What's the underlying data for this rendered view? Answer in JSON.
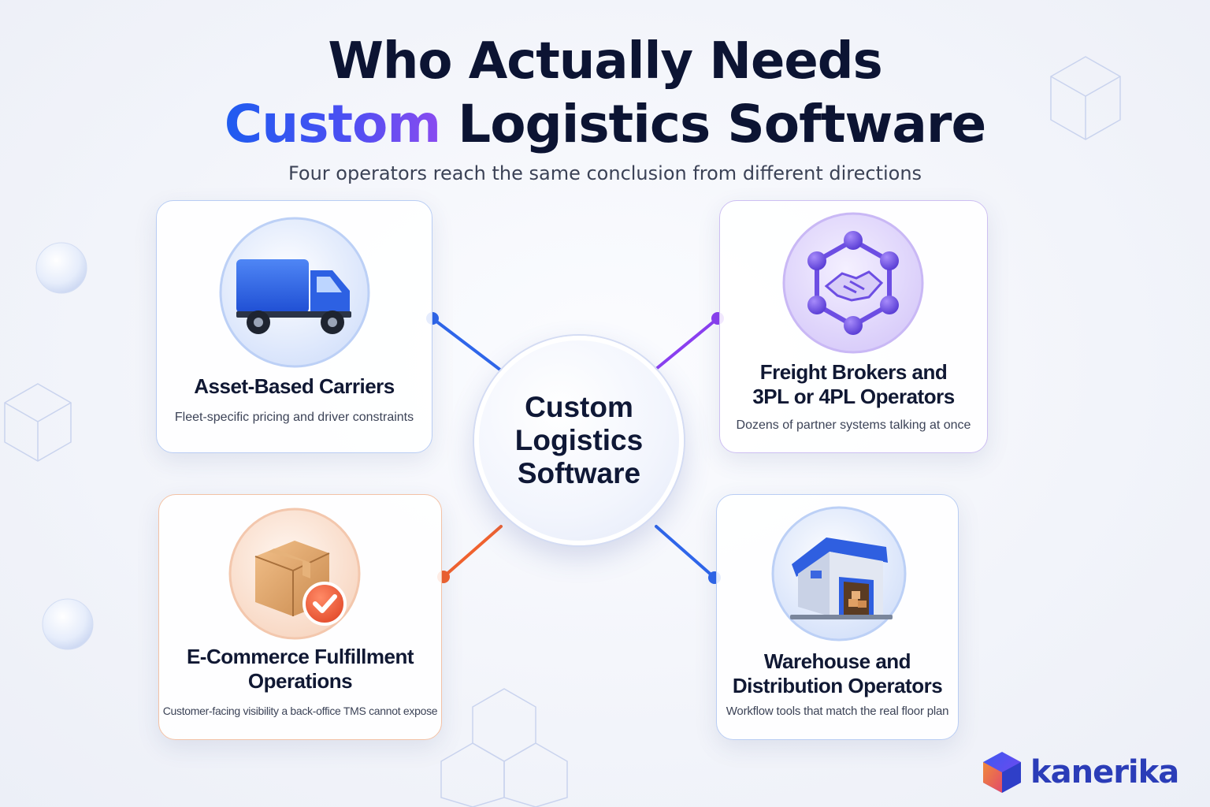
{
  "title": {
    "line1": "Who Actually Needs",
    "accent": "Custom",
    "line2_rest": " Logistics Software"
  },
  "subtitle": "Four operators reach the same conclusion from different directions",
  "hub": {
    "label": "Custom\nLogistics\nSoftware"
  },
  "cards": [
    {
      "title": "Asset-Based Carriers",
      "description": "Fleet-specific pricing and driver constraints",
      "icon": "truck-icon",
      "accent_color": "#2f66ea"
    },
    {
      "title": "Freight Brokers and\n3PL or 4PL Operators",
      "description": "Dozens of partner systems talking at once",
      "icon": "handshake-network-icon",
      "accent_color": "#8a3ff0"
    },
    {
      "title": "E-Commerce Fulfillment\nOperations",
      "description": "Customer-facing visibility a back-office TMS cannot expose",
      "icon": "package-check-icon",
      "accent_color": "#f0622f"
    },
    {
      "title": "Warehouse and\nDistribution Operators",
      "description": "Workflow tools that match the real floor plan",
      "icon": "warehouse-icon",
      "accent_color": "#2f66ea"
    }
  ],
  "brand": {
    "name": "kanerika",
    "color": "#2b3db8"
  }
}
